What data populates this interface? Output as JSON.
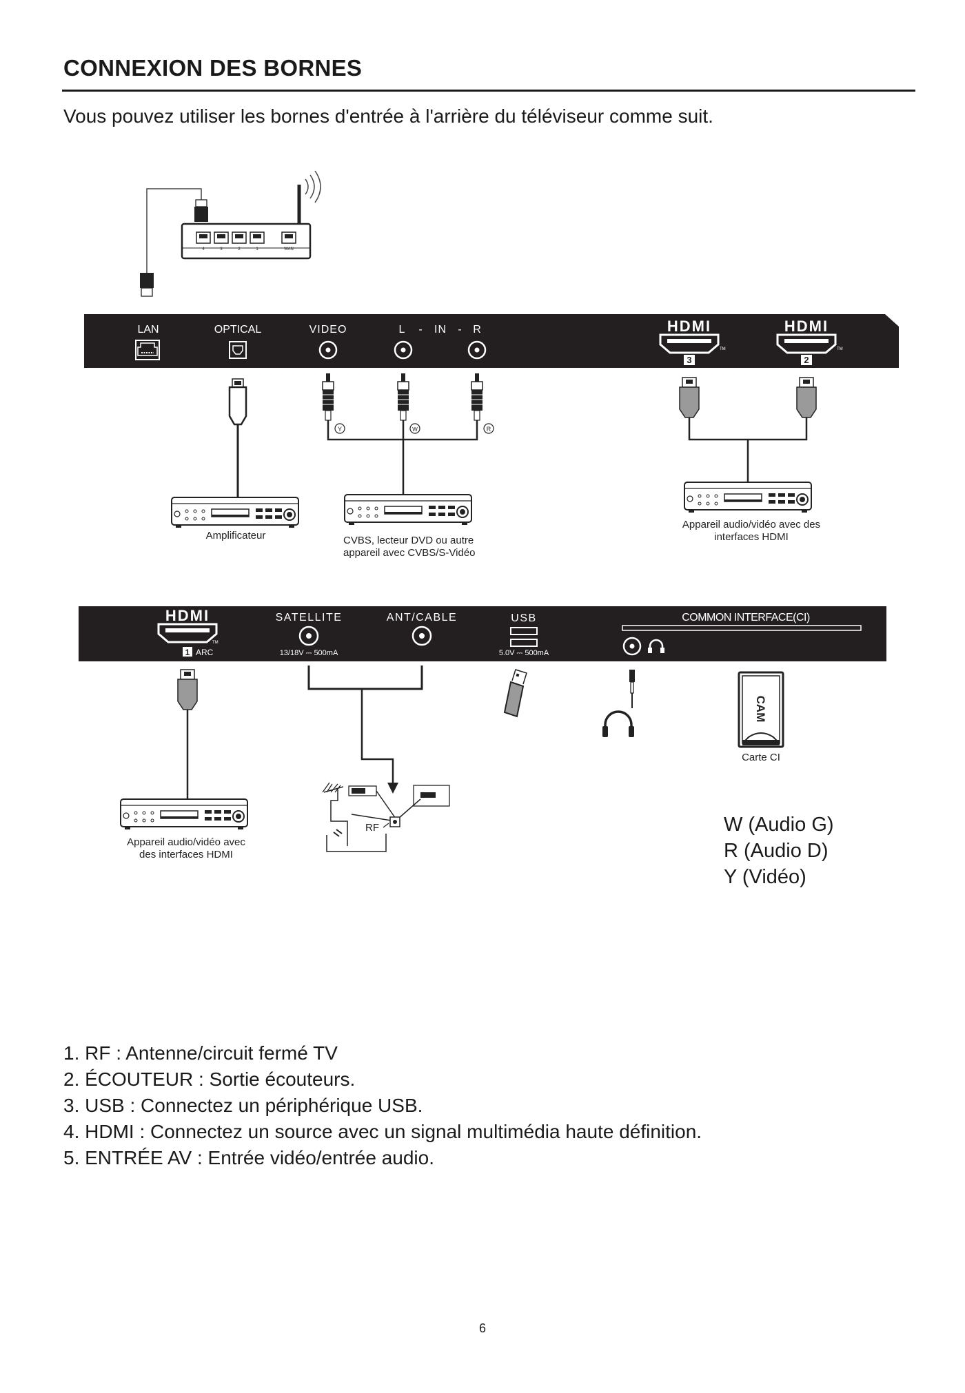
{
  "page": {
    "title": "CONNEXION DES BORNES",
    "intro": "Vous pouvez utiliser les bornes d'entrée à l'arrière du téléviseur comme suit.",
    "page_number": "6"
  },
  "router": {
    "port_numbers": [
      "4",
      "3",
      "2",
      "1",
      "WAN"
    ]
  },
  "panel_top": {
    "ports": {
      "lan": "LAN",
      "optical": "OPTICAL",
      "video": "VIDEO",
      "l": "L",
      "dash1": "-",
      "in": "IN",
      "dash2": "-",
      "r": "R",
      "hdmi3_logo": "HDMI",
      "hdmi3_num": "3",
      "hdmi2_logo": "HDMI",
      "hdmi2_num": "2",
      "tm": "TM"
    },
    "plug_letters": {
      "y": "Y",
      "w": "W",
      "r": "R"
    },
    "devices": {
      "amplifier": "Amplificateur",
      "cvbs_line1": "CVBS, lecteur DVD ou autre",
      "cvbs_line2": "appareil avec CVBS/S-Vidéo",
      "hdmi_av_line1": "Appareil audio/vidéo avec des",
      "hdmi_av_line2": "interfaces HDMI"
    }
  },
  "panel_bottom": {
    "ports": {
      "hdmi1_logo": "HDMI",
      "hdmi1_num": "1",
      "arc": "ARC",
      "satellite": "SATELLITE",
      "satellite_spec": "13/18V ⎓ 500mA",
      "ant_cable": "ANT/CABLE",
      "usb": "USB",
      "usb_spec": "5.0V ⎓ 500mA",
      "ci": "COMMON INTERFACE(CI)",
      "tm": "TM"
    },
    "devices": {
      "cam_text": "CAM",
      "ci_card": "Carte CI",
      "rf": "RF",
      "hdmi_av_line1": "Appareil audio/vidéo avec",
      "hdmi_av_line2": "des interfaces HDMI"
    }
  },
  "legend": [
    "W (Audio G)",
    "R (Audio D)",
    "Y (Vidéo)"
  ],
  "notes": [
    "1. RF : Antenne/circuit fermé TV",
    "2. ÉCOUTEUR : Sortie écouteurs.",
    "3. USB : Connectez un périphérique USB.",
    "4. HDMI : Connectez un source avec un signal multimédia haute définition.",
    "5. ENTRÉE AV : Entrée vidéo/entrée audio."
  ]
}
